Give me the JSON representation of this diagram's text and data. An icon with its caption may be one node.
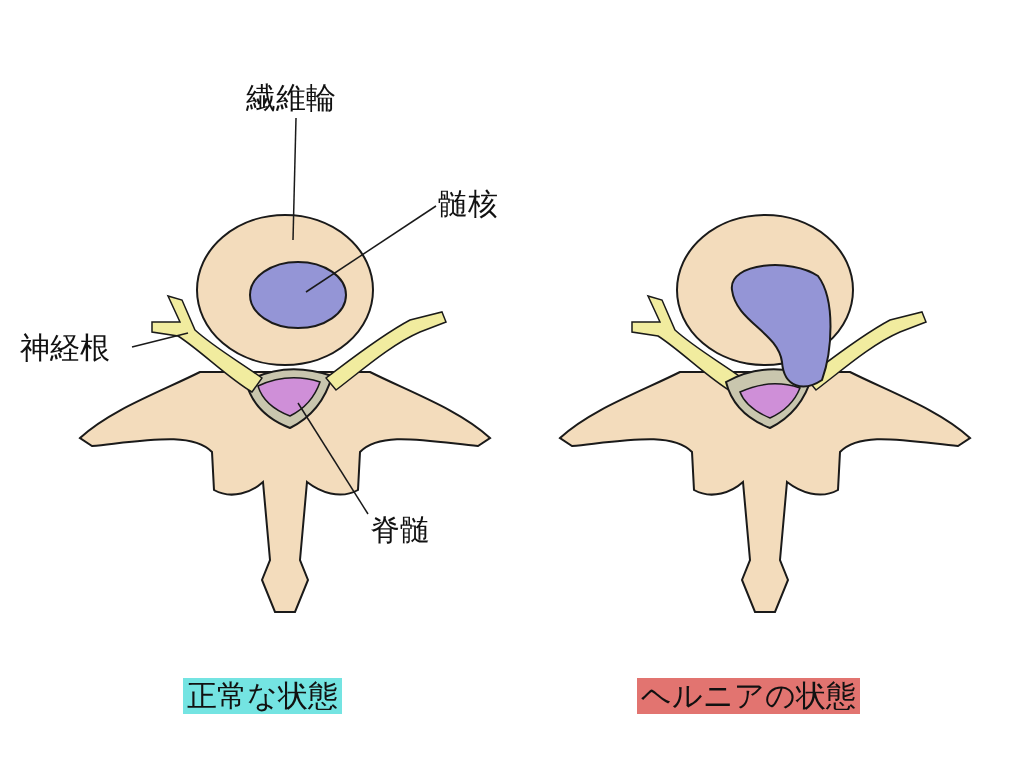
{
  "diagram": {
    "nodes": [
      {
        "text": [
          "繊維輪"
        ]
      },
      {
        "text": [],
        "shape": "ring"
      },
      {
        "text": [
          "髄核"
        ]
      },
      {
        "text": [],
        "shape": "blob",
        "in": 1
      },
      {
        "text": [
          "神経根"
        ]
      },
      {
        "text": [],
        "shape": "cord"
      },
      {
        "text": [
          "脊髄"
        ]
      },
      {
        "text": [],
        "shape": "triangle"
      },
      {
        "text": [
          "正常な状態"
        ]
      },
      {
        "text": [
          "ヘルニアの状態"
        ]
      }
    ],
    "edges": [
      {
        "from": 0,
        "to": 1,
        "arrow": "none"
      },
      {
        "from": 2,
        "to": 3,
        "arrow": "none"
      },
      {
        "from": 4,
        "to": 5,
        "arrow": "none"
      },
      {
        "from": 6,
        "to": 7,
        "arrow": "none"
      }
    ]
  }
}
